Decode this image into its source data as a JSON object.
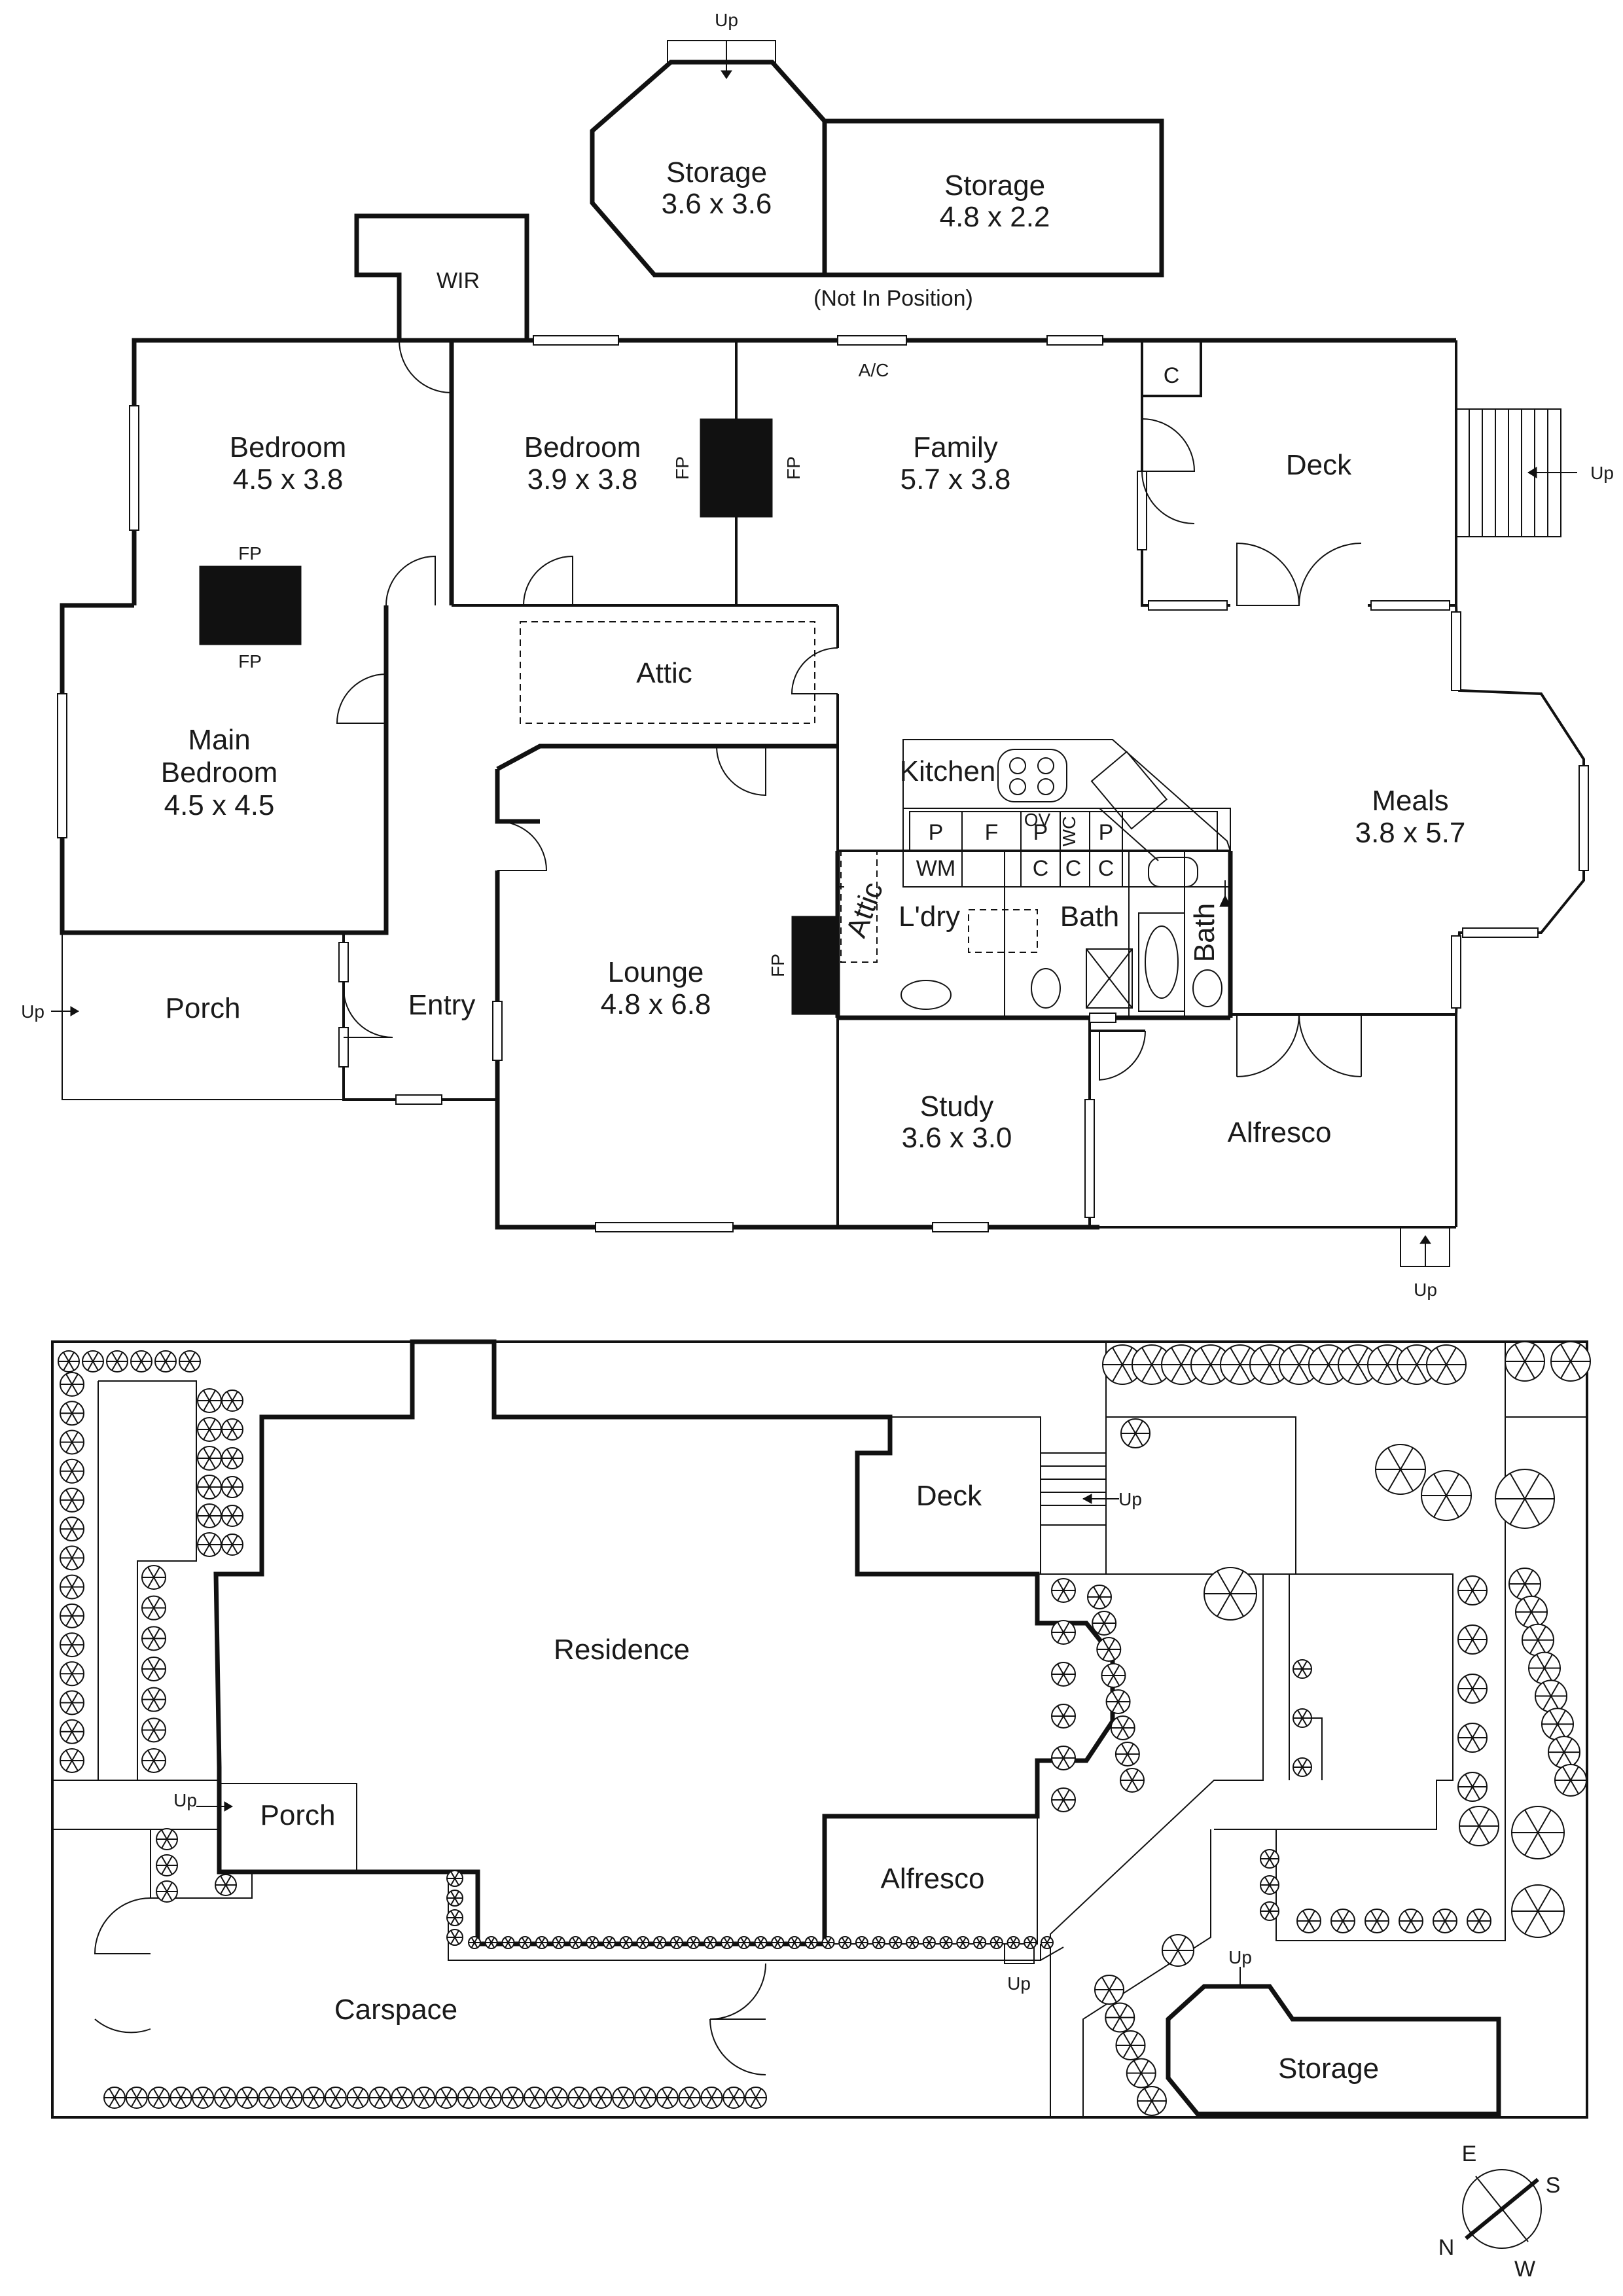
{
  "upper_plan": {
    "storage_a": {
      "name": "Storage",
      "size": "3.6 x 3.6"
    },
    "storage_b": {
      "name": "Storage",
      "size": "4.8 x 2.2"
    },
    "storage_note": "(Not In Position)",
    "wir": "WIR",
    "bedroom_1": {
      "name": "Bedroom",
      "size": "4.5 x 3.8"
    },
    "bedroom_2": {
      "name": "Bedroom",
      "size": "3.9 x 3.8"
    },
    "family": {
      "name": "Family",
      "size": "5.7 x 3.8"
    },
    "ac": "A/C",
    "cupboard": "C",
    "deck": "Deck",
    "main_bedroom": {
      "name": "Main",
      "name2": "Bedroom",
      "size": "4.5 x 4.5"
    },
    "attic": "Attic",
    "attic_small": "Attic",
    "kitchen": "Kitchen",
    "oven": "OV",
    "meals": {
      "name": "Meals",
      "size": "3.8 x 5.7"
    },
    "fireplace": "FP",
    "pantry": "P",
    "fridge": "F",
    "wc": "WC",
    "washing_machine": "WM",
    "laundry": "L'dry",
    "bath": "Bath",
    "bath_vertical": "Bath",
    "lounge": {
      "name": "Lounge",
      "size": "4.8 x 6.8"
    },
    "porch": "Porch",
    "entry": "Entry",
    "study": {
      "name": "Study",
      "size": "3.6 x 3.0"
    },
    "alfresco": "Alfresco",
    "up": "Up"
  },
  "site_plan": {
    "residence": "Residence",
    "deck": "Deck",
    "porch": "Porch",
    "alfresco": "Alfresco",
    "carspace": "Carspace",
    "storage": "Storage",
    "up": "Up"
  },
  "compass": {
    "north": "N",
    "east": "E",
    "south": "S",
    "west": "W"
  }
}
